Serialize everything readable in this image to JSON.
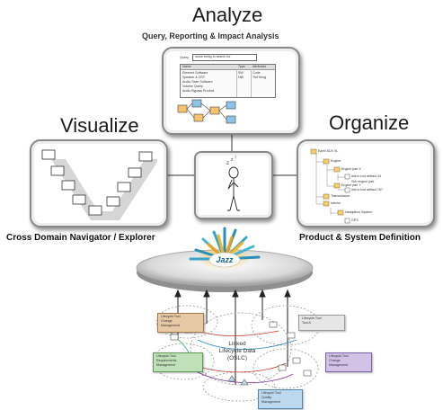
{
  "analyze": {
    "title": "Analyze",
    "subtitle": "Query, Reporting & Impact Analysis",
    "query_label": "Query",
    "query_value": "some string to search for",
    "table_header": [
      "Name",
      "Type",
      "Attributes"
    ],
    "table_rows": [
      [
        "Element Software",
        "SW",
        "Code"
      ],
      [
        "Speaker & CRT",
        "HW",
        "The thing"
      ],
      [
        "Audio Scan Software",
        "",
        ""
      ],
      [
        "Volume Query",
        "",
        ""
      ],
      [
        "Audio Bypass Product",
        "",
        ""
      ]
    ]
  },
  "visualize": {
    "title": "Visualize",
    "caption": "Cross Domain Navigator / Explorer"
  },
  "organize": {
    "title": "Organize",
    "caption": "Product & System Definition",
    "tree": [
      "Earth SUV XL",
      "Engine",
      "Engine part X",
      "link to tool artifact 34",
      "Sub engine part",
      "Engine part Y",
      "link to tool artifact 157",
      "Transmission",
      "Interior",
      "Navigation System",
      "GPS"
    ]
  },
  "hub": {
    "brand": "Jazz"
  },
  "linked_data": {
    "center_line1": "Linked",
    "center_line2": "Lifecycle Data",
    "center_line3": "(OSLC)",
    "tools": [
      {
        "line1": "Lifecycle Tool",
        "line2": "Change",
        "line3": "Management",
        "color": "#e8c9a6"
      },
      {
        "line1": "Lifecycle Tool",
        "line2": "Tool A",
        "line3": "",
        "color": "#e6e6e6"
      },
      {
        "line1": "Lifecycle Tool",
        "line2": "Requirements",
        "line3": "Management",
        "color": "#bfe0b8"
      },
      {
        "line1": "Lifecycle Tool",
        "line2": "Change",
        "line3": "Management",
        "color": "#d2c2e6"
      },
      {
        "line1": "Lifecycle Tool",
        "line2": "Quality",
        "line3": "Management",
        "color": "#bcd8ee"
      }
    ]
  }
}
